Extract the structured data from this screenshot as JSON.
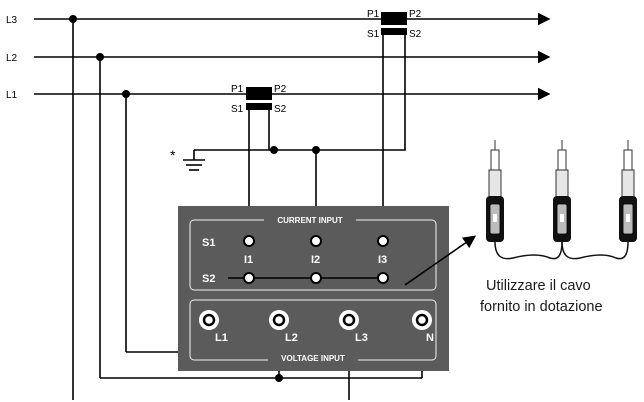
{
  "lines": {
    "l3": "L3",
    "l2": "L2",
    "l1": "L1"
  },
  "ct_right": {
    "p1": "P1",
    "p2": "P2",
    "s1": "S1",
    "s2": "S2"
  },
  "ct_left": {
    "p1": "P1",
    "p2": "P2",
    "s1": "S1",
    "s2": "S2"
  },
  "ground": {
    "mark": "*"
  },
  "panel": {
    "current_title": "CURRENT INPUT",
    "voltage_title": "VOLTAGE INPUT",
    "row_s1": "S1",
    "row_s2": "S2",
    "i1": "I1",
    "i2": "I2",
    "i3": "I3",
    "v_l1": "L1",
    "v_l2": "L2",
    "v_l3": "L3",
    "v_n": "N"
  },
  "note": {
    "line1": "Utilizzare il cavo",
    "line2": "fornito in dotazione"
  }
}
